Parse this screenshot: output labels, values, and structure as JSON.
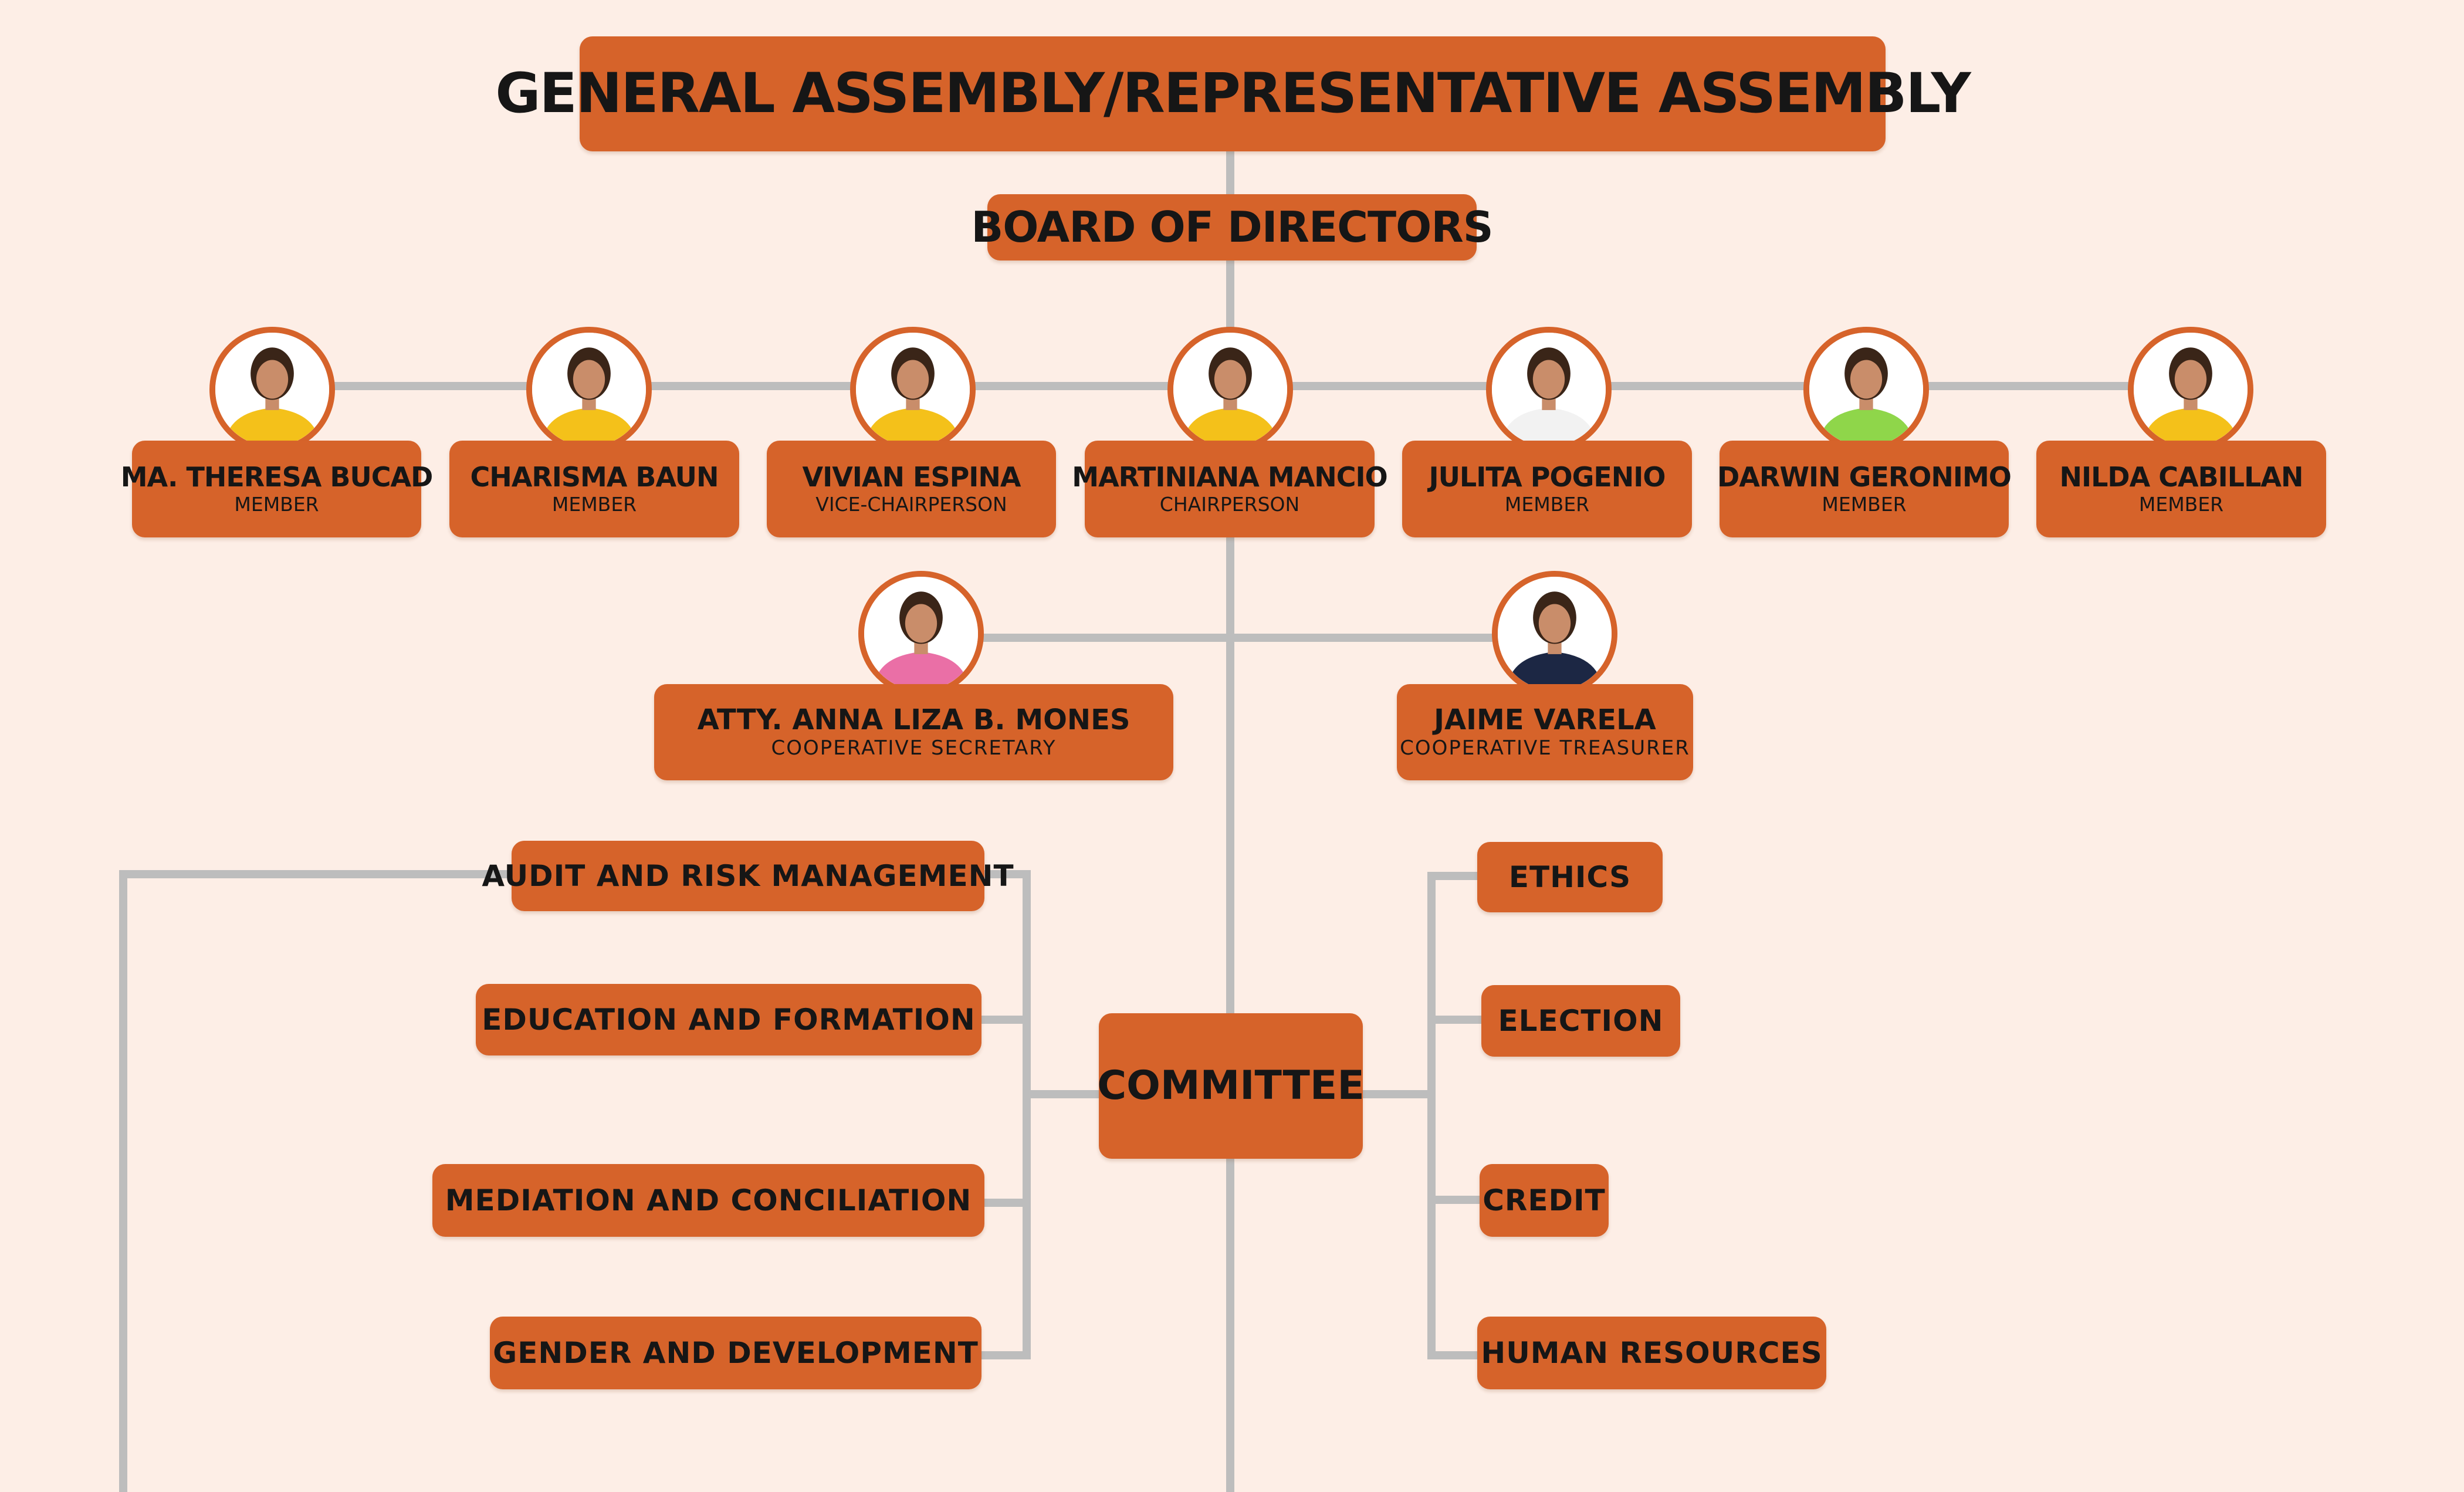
{
  "title": "GENERAL ASSEMBLY/REPRESENTATIVE ASSEMBLY",
  "board": "BOARD OF DIRECTORS",
  "members": [
    {
      "name": "MA. THERESA BUCAD",
      "role": "MEMBER",
      "shirt": "#f4c11a"
    },
    {
      "name": "CHARISMA BAUN",
      "role": "MEMBER",
      "shirt": "#f4c11a"
    },
    {
      "name": "VIVIAN ESPINA",
      "role": "VICE-CHAIRPERSON",
      "shirt": "#f4c11a"
    },
    {
      "name": "MARTINIANA MANCIO",
      "role": "CHAIRPERSON",
      "shirt": "#f4c11a"
    },
    {
      "name": "JULITA POGENIO",
      "role": "MEMBER",
      "shirt": "#f2f2f2"
    },
    {
      "name": "DARWIN GERONIMO",
      "role": "MEMBER",
      "shirt": "#8fd64a"
    },
    {
      "name": "NILDA CABILLAN",
      "role": "MEMBER",
      "shirt": "#f4c11a"
    }
  ],
  "officers": [
    {
      "name": "ATTY. ANNA LIZA  B. MONES",
      "role": "COOPERATIVE SECRETARY",
      "shirt": "#ea6fa6"
    },
    {
      "name": "JAIME VARELA",
      "role": "COOPERATIVE TREASURER",
      "shirt": "#1c2744"
    }
  ],
  "committee": "COMMITTEE",
  "committees_left": [
    "AUDIT AND RISK MANAGEMENT",
    "EDUCATION AND FORMATION",
    "MEDIATION AND CONCILIATION",
    "GENDER AND DEVELOPMENT"
  ],
  "committees_right": [
    "ETHICS",
    "ELECTION",
    "CREDIT",
    "HUMAN RESOURCES"
  ],
  "colors": {
    "background": "#fdeee6",
    "box": "#d6632a",
    "connector": "#bdbdbd",
    "text": "#161616"
  }
}
